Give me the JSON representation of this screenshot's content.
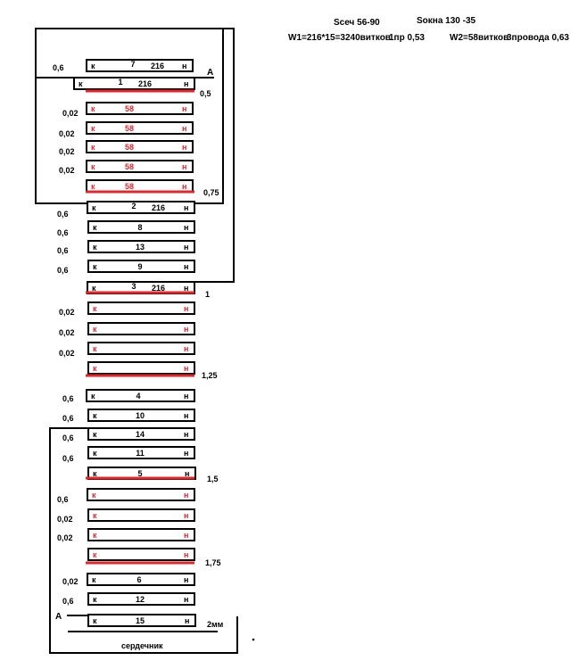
{
  "header": {
    "section": "Sсеч 56-90",
    "window": "Sокна 130 -35",
    "w1": "W1=216*15=3240витков",
    "wire1": "1пр 0,53",
    "w2": "W2=58витков",
    "wire2": "3провода 0,63"
  },
  "colors": {
    "black": "#000000",
    "red": "#e8232a"
  },
  "coils": [
    {
      "left": "к",
      "right": "н",
      "num": "7",
      "turns": "216",
      "color": "black"
    },
    {
      "left": "к",
      "right": "н",
      "num": "1",
      "turns": "216",
      "color": "black"
    },
    {
      "left": "к",
      "right": "н",
      "num": "",
      "turns": "58",
      "color": "red"
    },
    {
      "left": "к",
      "right": "н",
      "num": "",
      "turns": "58",
      "color": "red"
    },
    {
      "left": "к",
      "right": "н",
      "num": "",
      "turns": "58",
      "color": "red"
    },
    {
      "left": "к",
      "right": "н",
      "num": "",
      "turns": "58",
      "color": "red"
    },
    {
      "left": "к",
      "right": "н",
      "num": "",
      "turns": "58",
      "color": "red"
    },
    {
      "left": "к",
      "right": "н",
      "num": "2",
      "turns": "216",
      "color": "black"
    },
    {
      "left": "к",
      "right": "н",
      "num": "8",
      "turns": "",
      "color": "black"
    },
    {
      "left": "к",
      "right": "н",
      "num": "13",
      "turns": "",
      "color": "black"
    },
    {
      "left": "к",
      "right": "н",
      "num": "9",
      "turns": "",
      "color": "black"
    },
    {
      "left": "к",
      "right": "н",
      "num": "3",
      "turns": "216",
      "color": "black"
    },
    {
      "left": "к",
      "right": "н",
      "num": "",
      "turns": "",
      "color": "red"
    },
    {
      "left": "к",
      "right": "н",
      "num": "",
      "turns": "",
      "color": "red"
    },
    {
      "left": "к",
      "right": "н",
      "num": "",
      "turns": "",
      "color": "red"
    },
    {
      "left": "к",
      "right": "н",
      "num": "",
      "turns": "",
      "color": "red"
    },
    {
      "left": "к",
      "right": "н",
      "num": "4",
      "turns": "",
      "color": "black"
    },
    {
      "left": "к",
      "right": "н",
      "num": "10",
      "turns": "",
      "color": "black"
    },
    {
      "left": "к",
      "right": "н",
      "num": "14",
      "turns": "",
      "color": "black"
    },
    {
      "left": "к",
      "right": "н",
      "num": "11",
      "turns": "",
      "color": "black"
    },
    {
      "left": "к",
      "right": "н",
      "num": "5",
      "turns": "",
      "color": "black"
    },
    {
      "left": "к",
      "right": "н",
      "num": "",
      "turns": "",
      "color": "red"
    },
    {
      "left": "к",
      "right": "н",
      "num": "",
      "turns": "",
      "color": "red"
    },
    {
      "left": "к",
      "right": "н",
      "num": "",
      "turns": "",
      "color": "red"
    },
    {
      "left": "к",
      "right": "н",
      "num": "",
      "turns": "",
      "color": "red"
    },
    {
      "left": "к",
      "right": "н",
      "num": "6",
      "turns": "",
      "color": "black"
    },
    {
      "left": "к",
      "right": "н",
      "num": "12",
      "turns": "",
      "color": "black"
    },
    {
      "left": "к",
      "right": "н",
      "num": "15",
      "turns": "",
      "color": "black"
    }
  ],
  "gap_labels": [
    "0,6",
    "0,02",
    "0,02",
    "0,02",
    "0,02",
    "0,6",
    "0,6",
    "0,6",
    "0,6",
    "0,02",
    "0,02",
    "0,02",
    "0,6",
    "0,6",
    "0,6",
    "0,6",
    "0,6",
    "0,02",
    "0,02",
    "0,02",
    "0,6",
    "0,6"
  ],
  "insulation_labels": [
    "0,5",
    "0,75",
    "1",
    "1,25",
    "1,5",
    "1,75"
  ],
  "terminal_a_top": "А",
  "terminal_a_bottom": "А",
  "gap_core": "2мм",
  "core_label": "сердечник"
}
